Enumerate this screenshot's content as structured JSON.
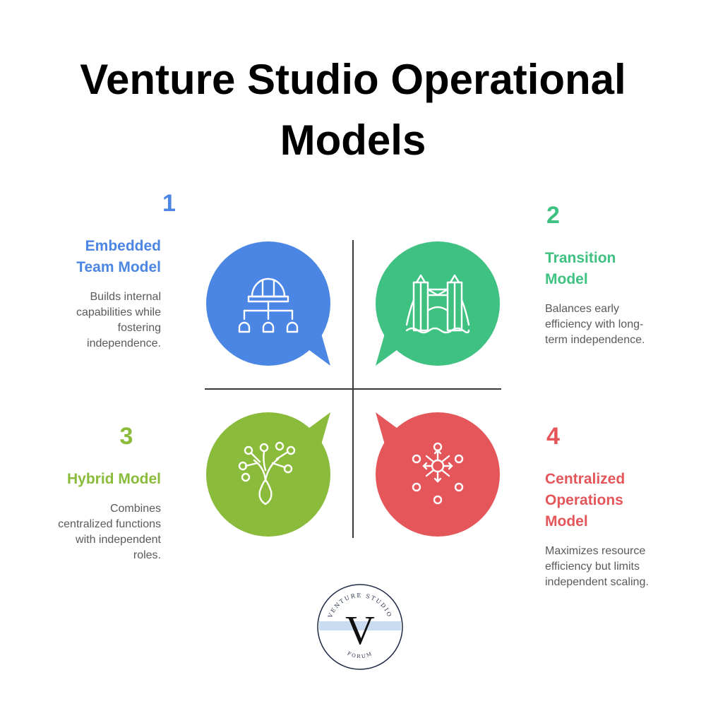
{
  "title": {
    "line1": "Venture Studio Operational",
    "line2": "Models"
  },
  "models": [
    {
      "number": "1",
      "heading_line1": "Embedded",
      "heading_line2": "Team Model",
      "description": [
        "Builds internal",
        "capabilities while",
        "fostering",
        "independence."
      ],
      "color": "#4c86e4",
      "icon": "hard-hat-hierarchy-icon"
    },
    {
      "number": "2",
      "heading_line1": "Transition",
      "heading_line2": "Model",
      "description": [
        "Balances early",
        "efficiency with long-",
        "term independence."
      ],
      "color": "#3fc182",
      "icon": "tower-bridge-icon"
    },
    {
      "number": "3",
      "heading_line1": "Hybrid Model",
      "description": [
        "Combines",
        "centralized functions",
        "with independent",
        "roles."
      ],
      "color": "#8bbb3b",
      "icon": "branching-seed-icon"
    },
    {
      "number": "4",
      "heading_line1": "Centralized",
      "heading_line2": "Operations",
      "heading_line3": "Model",
      "description": [
        "Maximizes resource",
        "efficiency but limits",
        "independent scaling."
      ],
      "color": "#e4565a",
      "icon": "central-hub-network-icon"
    }
  ],
  "logo": {
    "letter": "V",
    "top_text": "VENTURE STUDIO",
    "bottom_text": "FORUM"
  }
}
